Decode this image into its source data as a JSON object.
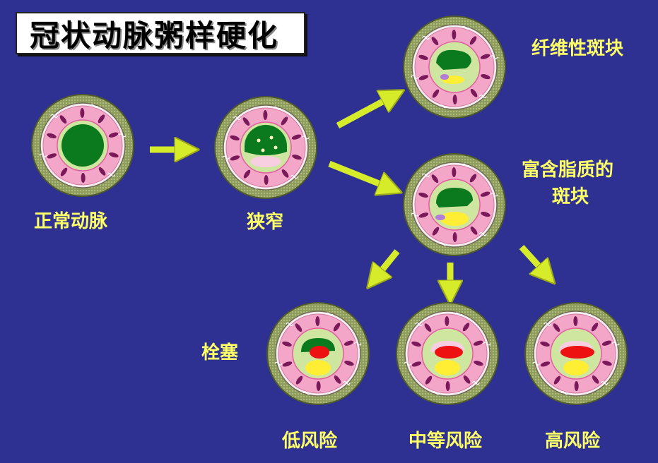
{
  "title": "冠状动脉粥样硬化",
  "labels": {
    "normal": "正常动脉",
    "narrowing": "狭窄",
    "fibrous": "纤维性斑块",
    "lipid_line1": "富含脂质的",
    "lipid_line2": "斑块",
    "embolism": "栓塞",
    "low_risk": "低风险",
    "mid_risk": "中等风险",
    "high_risk": "高风险"
  },
  "colors": {
    "background": "#2e3192",
    "label_text": "#ffff66",
    "arrow": "#d6ec2a",
    "outer_ring": "#8c9a58",
    "media": "#f4a6c8",
    "lumen": "#0b7a1e",
    "lipid": "#ffee33",
    "thrombus": "#ee1111"
  }
}
